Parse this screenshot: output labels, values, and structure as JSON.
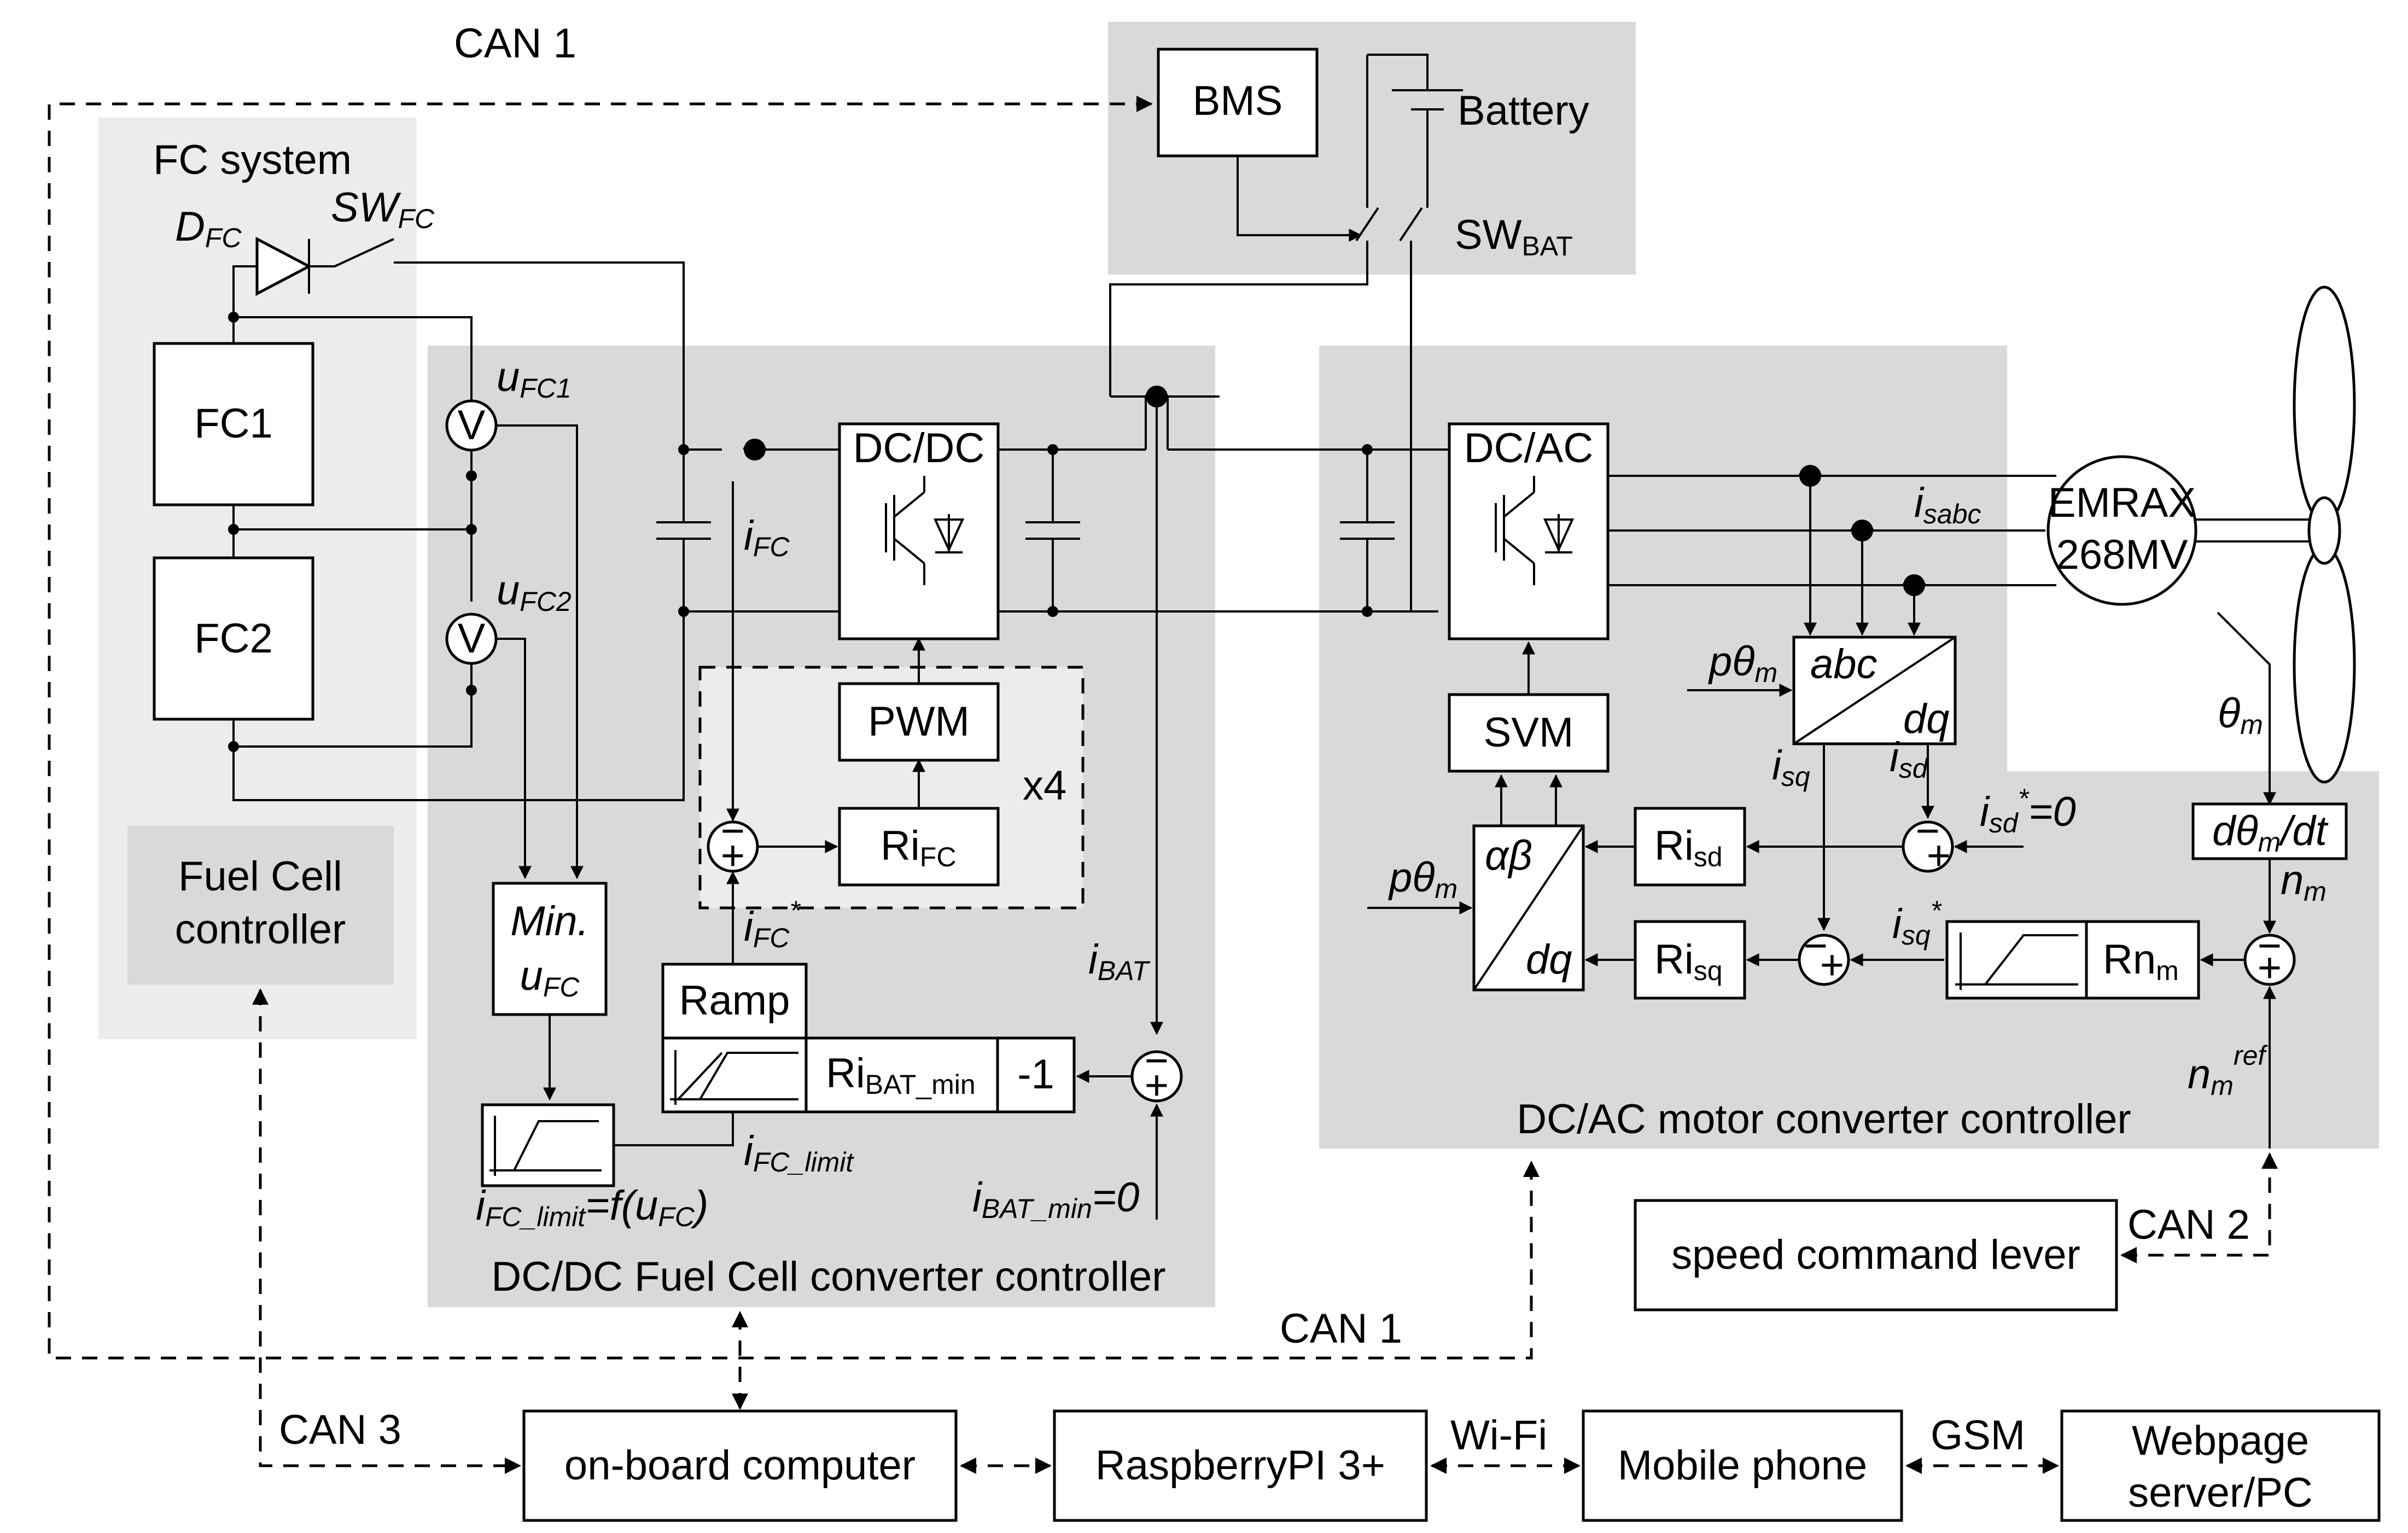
{
  "labels": {
    "can1_top": "CAN 1",
    "can1_bottom": "CAN 1",
    "can2": "CAN 2",
    "can3": "CAN 3",
    "wifi": "Wi-Fi",
    "gsm": "GSM",
    "fc_system": "FC system",
    "fc_controller_l1": "Fuel Cell",
    "fc_controller_l2": "controller",
    "fc1": "FC1",
    "fc2": "FC2",
    "bms": "BMS",
    "battery": "Battery",
    "dcdc": "DC/DC",
    "dcac": "DC/AC",
    "pwm": "PWM",
    "svm": "SVM",
    "x4": "x4",
    "ramp": "Ramp",
    "minus_one": "-1",
    "min_l1": "Min.",
    "motor_l1": "EMRAX",
    "motor_l2": "268MV",
    "abc": "abc",
    "dq": "dq",
    "alphabeta": "αβ",
    "dq2": "dq",
    "dtheta": "dθm/dt",
    "dcdc_controller": "DC/DC Fuel Cell converter controller",
    "dcac_controller": "DC/AC motor converter controller",
    "speed_lever": "speed command lever",
    "onboard": "on-board computer",
    "raspberry": "RaspberryPI 3+",
    "mobile": "Mobile phone",
    "webpage_l1": "Webpage",
    "webpage_l2": "server/PC",
    "isd_ref": "=0",
    "ibat_min_eq": "=0",
    "v": "V"
  }
}
